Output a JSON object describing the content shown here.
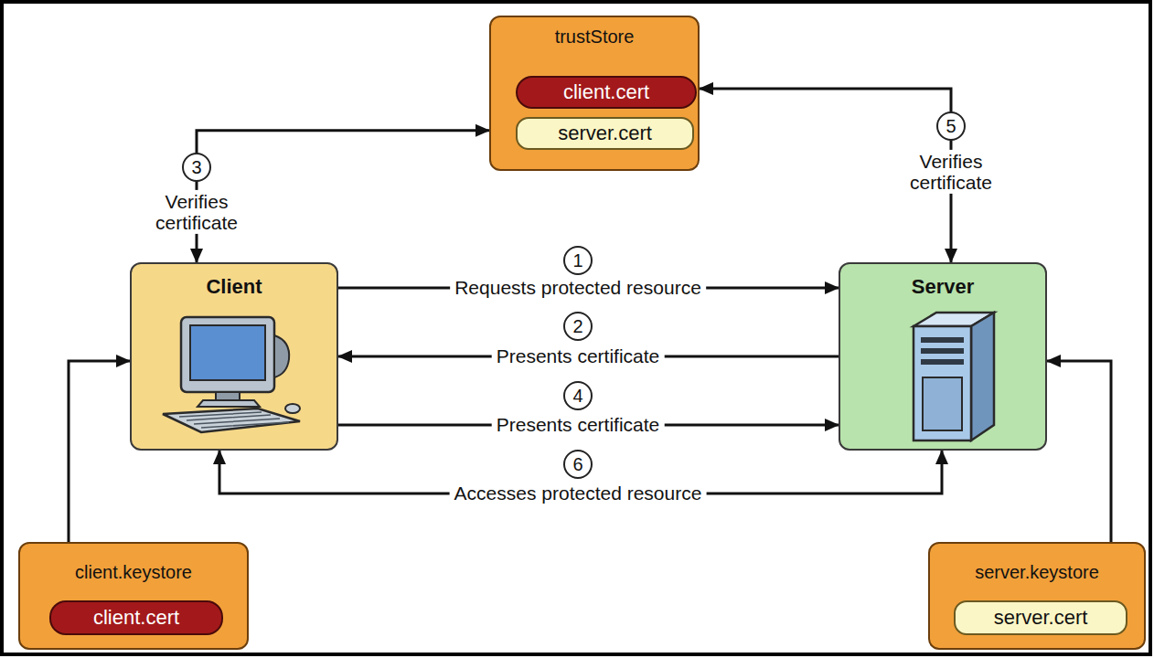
{
  "diagram": {
    "nodes": [
      {
        "text": [
          "trustStore"
        ]
      },
      {
        "text": [
          "client.cert"
        ],
        "in": 0
      },
      {
        "text": [
          "server.cert"
        ],
        "in": 0
      },
      {
        "text": [
          "Client"
        ]
      },
      {
        "text": [
          "Server"
        ]
      },
      {
        "text": [
          "client.keystore"
        ]
      },
      {
        "text": [
          "client.cert"
        ],
        "in": 5
      },
      {
        "text": [
          "server.keystore"
        ]
      },
      {
        "text": [
          "server.cert"
        ],
        "in": 7
      }
    ],
    "edges": [
      {
        "from": 0,
        "to": 3,
        "label": "Verifies certificate",
        "arrow": "both"
      },
      {
        "from": 0,
        "to": 4,
        "label": "Verifies certificate",
        "arrow": "both"
      },
      {
        "from": 3,
        "to": 4,
        "label": "Requests protected resource",
        "arrow": "to"
      },
      {
        "from": 4,
        "to": 3,
        "label": "Presents certificate",
        "arrow": "to"
      },
      {
        "from": 3,
        "to": 4,
        "label": "Presents certificate",
        "arrow": "to"
      },
      {
        "from": 3,
        "to": 4,
        "label": "Accesses protected resource",
        "arrow": "both"
      },
      {
        "from": 5,
        "to": 3,
        "arrow": "to"
      },
      {
        "from": 7,
        "to": 4,
        "arrow": "to"
      }
    ],
    "labels": [
      "3",
      "5",
      "1",
      "2",
      "4",
      "6"
    ]
  }
}
